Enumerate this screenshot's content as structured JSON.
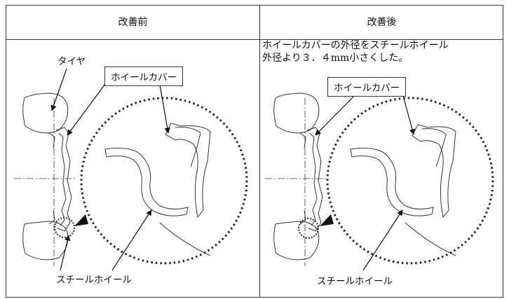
{
  "table": {
    "header_before": "改善前",
    "header_after": "改善後"
  },
  "before": {
    "tire_label": "タイヤ",
    "wheel_cover_label": "ホイールカバー",
    "steel_wheel_label": "スチールホイール"
  },
  "after": {
    "note_line1": "ホイールカバーの外径をスチールホイール",
    "note_line2": "外径より３．４mm小さくした。",
    "wheel_cover_label": "ホイールカバー",
    "steel_wheel_label": "スチールホイール"
  },
  "colors": {
    "line": "#333333",
    "background": "#ffffff"
  }
}
